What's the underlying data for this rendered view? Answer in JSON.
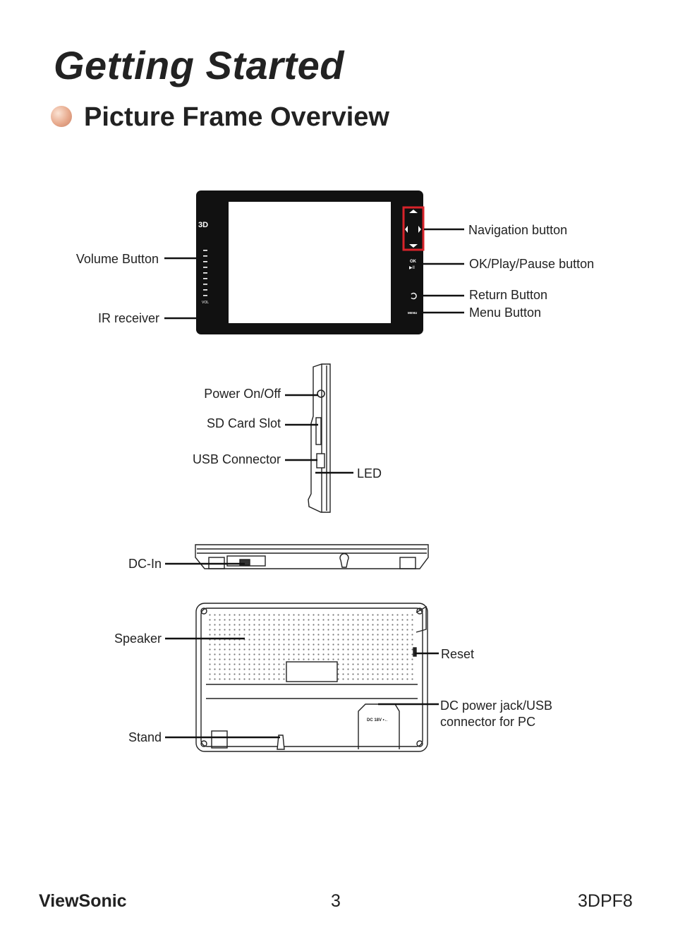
{
  "heading": {
    "title": "Getting Started",
    "section": "Picture Frame Overview"
  },
  "device_markings": {
    "brand_3d": "3D",
    "vol": "VOL",
    "ok": "OK",
    "play_pause": "▶II",
    "menu": "MENU",
    "dc_port": "DC 18V •←"
  },
  "front_view": {
    "volume_button": "Volume Button",
    "ir_receiver": "IR receiver",
    "navigation_button": "Navigation button",
    "ok_play_pause": "OK/Play/Pause button",
    "return_button": "Return Button",
    "menu_button": "Menu Button"
  },
  "side_view": {
    "power": "Power On/Off",
    "sd_slot": "SD Card Slot",
    "usb_connector": "USB Connector",
    "led": "LED"
  },
  "bottom_view": {
    "dc_in": "DC-In"
  },
  "back_view": {
    "speaker": "Speaker",
    "reset": "Reset",
    "dc_power_line1": "DC power jack/USB",
    "dc_power_line2": "connector for PC",
    "stand": "Stand"
  },
  "footer": {
    "brand": "ViewSonic",
    "page": "3",
    "model": "3DPF8"
  },
  "colors": {
    "highlight": "#d8232a",
    "frame_body": "#111111",
    "text": "#222222"
  }
}
